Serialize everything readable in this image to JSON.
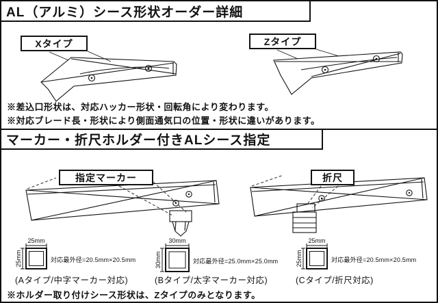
{
  "section1": {
    "title": "AL（アルミ）シース形状オーダー詳細",
    "left_label": "Xタイプ",
    "right_label": "Zタイプ",
    "note1": "※差込口形状は、対応ハッカー形状・回転角により変わります。",
    "note2": "※対応ブレード長・形状により側面通気口の位置・形状に違いがあります。"
  },
  "section2": {
    "title": "マーカー・折尺ホルダー付きALシース指定",
    "left_label": "指定マーカー",
    "right_label": "折尺",
    "cross_sections": [
      {
        "width_label": "25mm",
        "height_label": "25mm",
        "spec": "対応最外径=20.5mm×20.5mm",
        "caption": "(Aタイプ/中字マーカー対応)"
      },
      {
        "width_label": "30mm",
        "height_label": "30mm",
        "spec": "対応最外径=25.0mm×25.0mm",
        "caption": "(Bタイプ/太字マーカー対応)"
      },
      {
        "width_label": "25mm",
        "height_label": "25mm",
        "spec": "対応最外径=20.5mm×20.5mm",
        "caption": "(Cタイプ/折尺対応)"
      }
    ],
    "note": "※ホルダー取り付けシース形状は、Zタイプのみとなります。"
  }
}
